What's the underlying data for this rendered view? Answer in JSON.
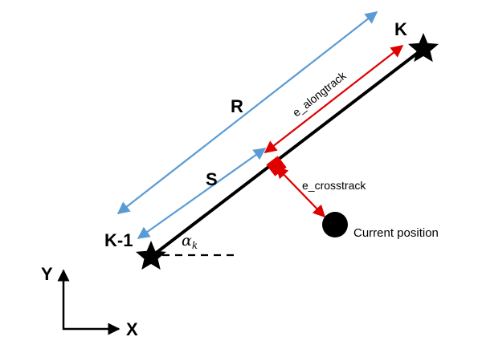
{
  "colors": {
    "track": "#000000",
    "dimension_arrow": "#5b9bd5",
    "error_arrow": "#e00000",
    "marker": "#e00000"
  },
  "waypoints": {
    "start_label": "K-1",
    "end_label": "K",
    "start_icon": "star-icon",
    "end_icon": "star-icon"
  },
  "dimensions": {
    "total_distance_label": "R",
    "progress_distance_label": "S"
  },
  "errors": {
    "along_track_label": "e_alongtrack",
    "cross_track_label": "e_crosstrack"
  },
  "position": {
    "label": "Current position"
  },
  "angle": {
    "symbol": "α",
    "subscript": "k"
  },
  "axes": {
    "x_label": "X",
    "y_label": "Y"
  }
}
